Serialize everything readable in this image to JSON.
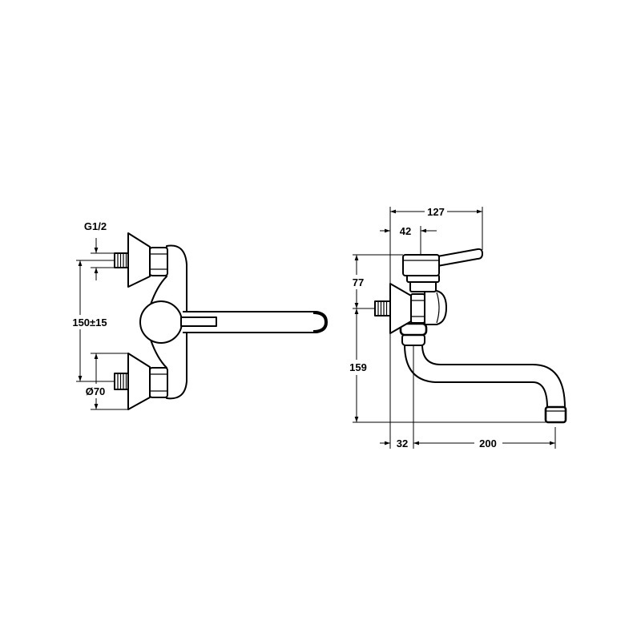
{
  "front_view": {
    "thread_label": "G1/2",
    "inlet_spacing_label": "150±15",
    "escutcheon_diameter_label": "Ø70"
  },
  "side_view": {
    "overall_depth_label": "127",
    "lever_offset_label": "42",
    "lever_height_label": "77",
    "outlet_height_label": "159",
    "wall_offset_label": "32",
    "spout_reach_label": "200"
  }
}
